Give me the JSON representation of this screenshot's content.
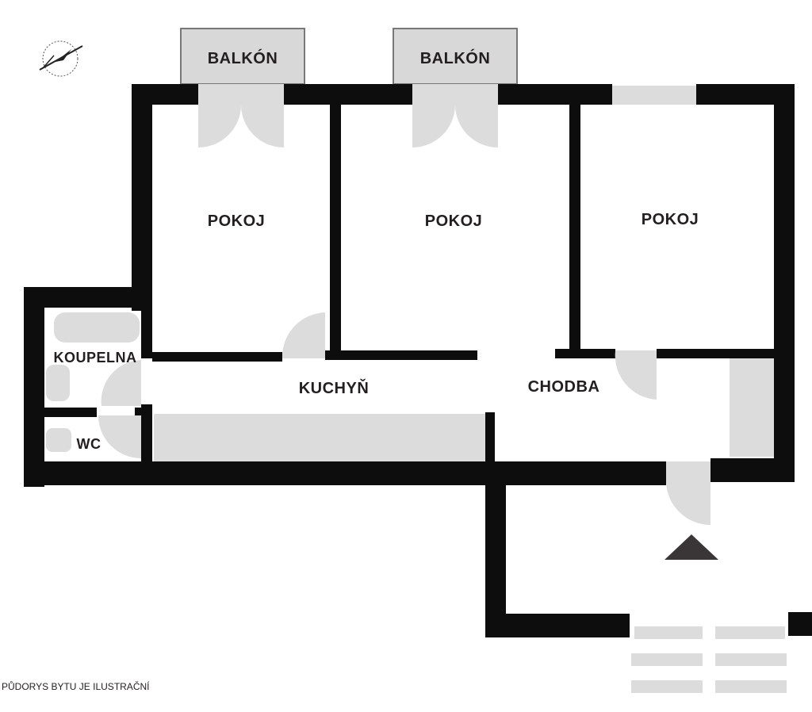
{
  "plan": {
    "rooms": {
      "balcony_left": "BALKÓN",
      "balcony_right": "BALKÓN",
      "room_left": "POKOJ",
      "room_middle": "POKOJ",
      "room_right": "POKOJ",
      "bathroom": "KOUPELNA",
      "toilet": "WC",
      "kitchen": "KUCHYŇ",
      "hallway": "CHODBA"
    },
    "footnote": "PŮDORYS BYTU JE ILUSTRAČNÍ",
    "icons": [
      "compass-icon",
      "entrance-arrow-icon"
    ],
    "colors": {
      "wall": "#0d0d0d",
      "fixture": "#dcdcdc",
      "text": "#231f20",
      "entrance_arrow": "#3a3536"
    }
  }
}
